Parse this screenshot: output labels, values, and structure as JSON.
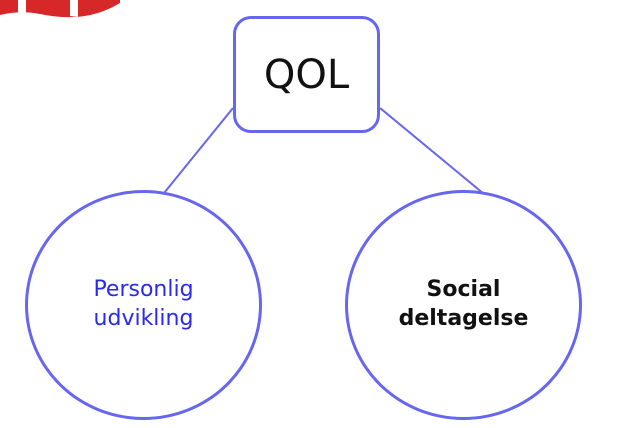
{
  "diagram": {
    "root": {
      "label": "QOL"
    },
    "children": [
      {
        "line1": "Personlig",
        "line2": "udvikling"
      },
      {
        "line1": "Social",
        "line2": "deltagelse"
      }
    ]
  },
  "colors": {
    "border": "#6666ee",
    "left_text": "#2a2aee",
    "right_text": "#111111",
    "flag_red": "#d62828"
  }
}
